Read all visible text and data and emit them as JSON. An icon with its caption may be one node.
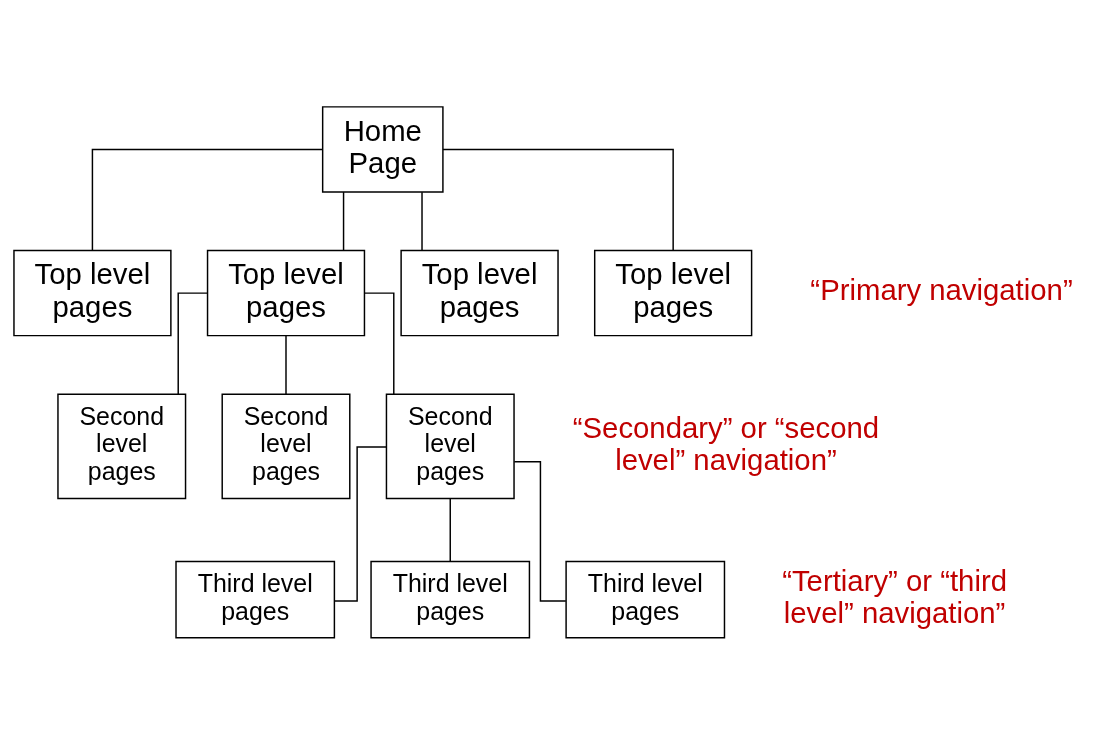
{
  "diagram": {
    "nodes": [
      {
        "text": [
          "Home Page"
        ]
      },
      {
        "text": [
          "Top level pages"
        ]
      },
      {
        "text": [
          "Top level pages"
        ]
      },
      {
        "text": [
          "Top level pages"
        ]
      },
      {
        "text": [
          "Top level pages"
        ]
      },
      {
        "text": [
          "Second level pages"
        ]
      },
      {
        "text": [
          "Second level pages"
        ]
      },
      {
        "text": [
          "Second level pages"
        ]
      },
      {
        "text": [
          "Third level pages"
        ]
      },
      {
        "text": [
          "Third level pages"
        ]
      },
      {
        "text": [
          "Third level pages"
        ]
      }
    ],
    "edges": [
      {
        "from": 0,
        "to": 1,
        "arrow": "none"
      },
      {
        "from": 0,
        "to": 2,
        "arrow": "none"
      },
      {
        "from": 0,
        "to": 3,
        "arrow": "none"
      },
      {
        "from": 0,
        "to": 4,
        "arrow": "none"
      },
      {
        "from": 2,
        "to": 5,
        "arrow": "none"
      },
      {
        "from": 2,
        "to": 6,
        "arrow": "none"
      },
      {
        "from": 2,
        "to": 7,
        "arrow": "none"
      },
      {
        "from": 7,
        "to": 8,
        "arrow": "none"
      },
      {
        "from": 7,
        "to": 9,
        "arrow": "none"
      },
      {
        "from": 7,
        "to": 10,
        "arrow": "none"
      }
    ],
    "labels": [
      "“Primary navigation”",
      "“Secondary” or “second level” navigation”",
      "“Tertiary” or “third level” navigation”"
    ]
  }
}
